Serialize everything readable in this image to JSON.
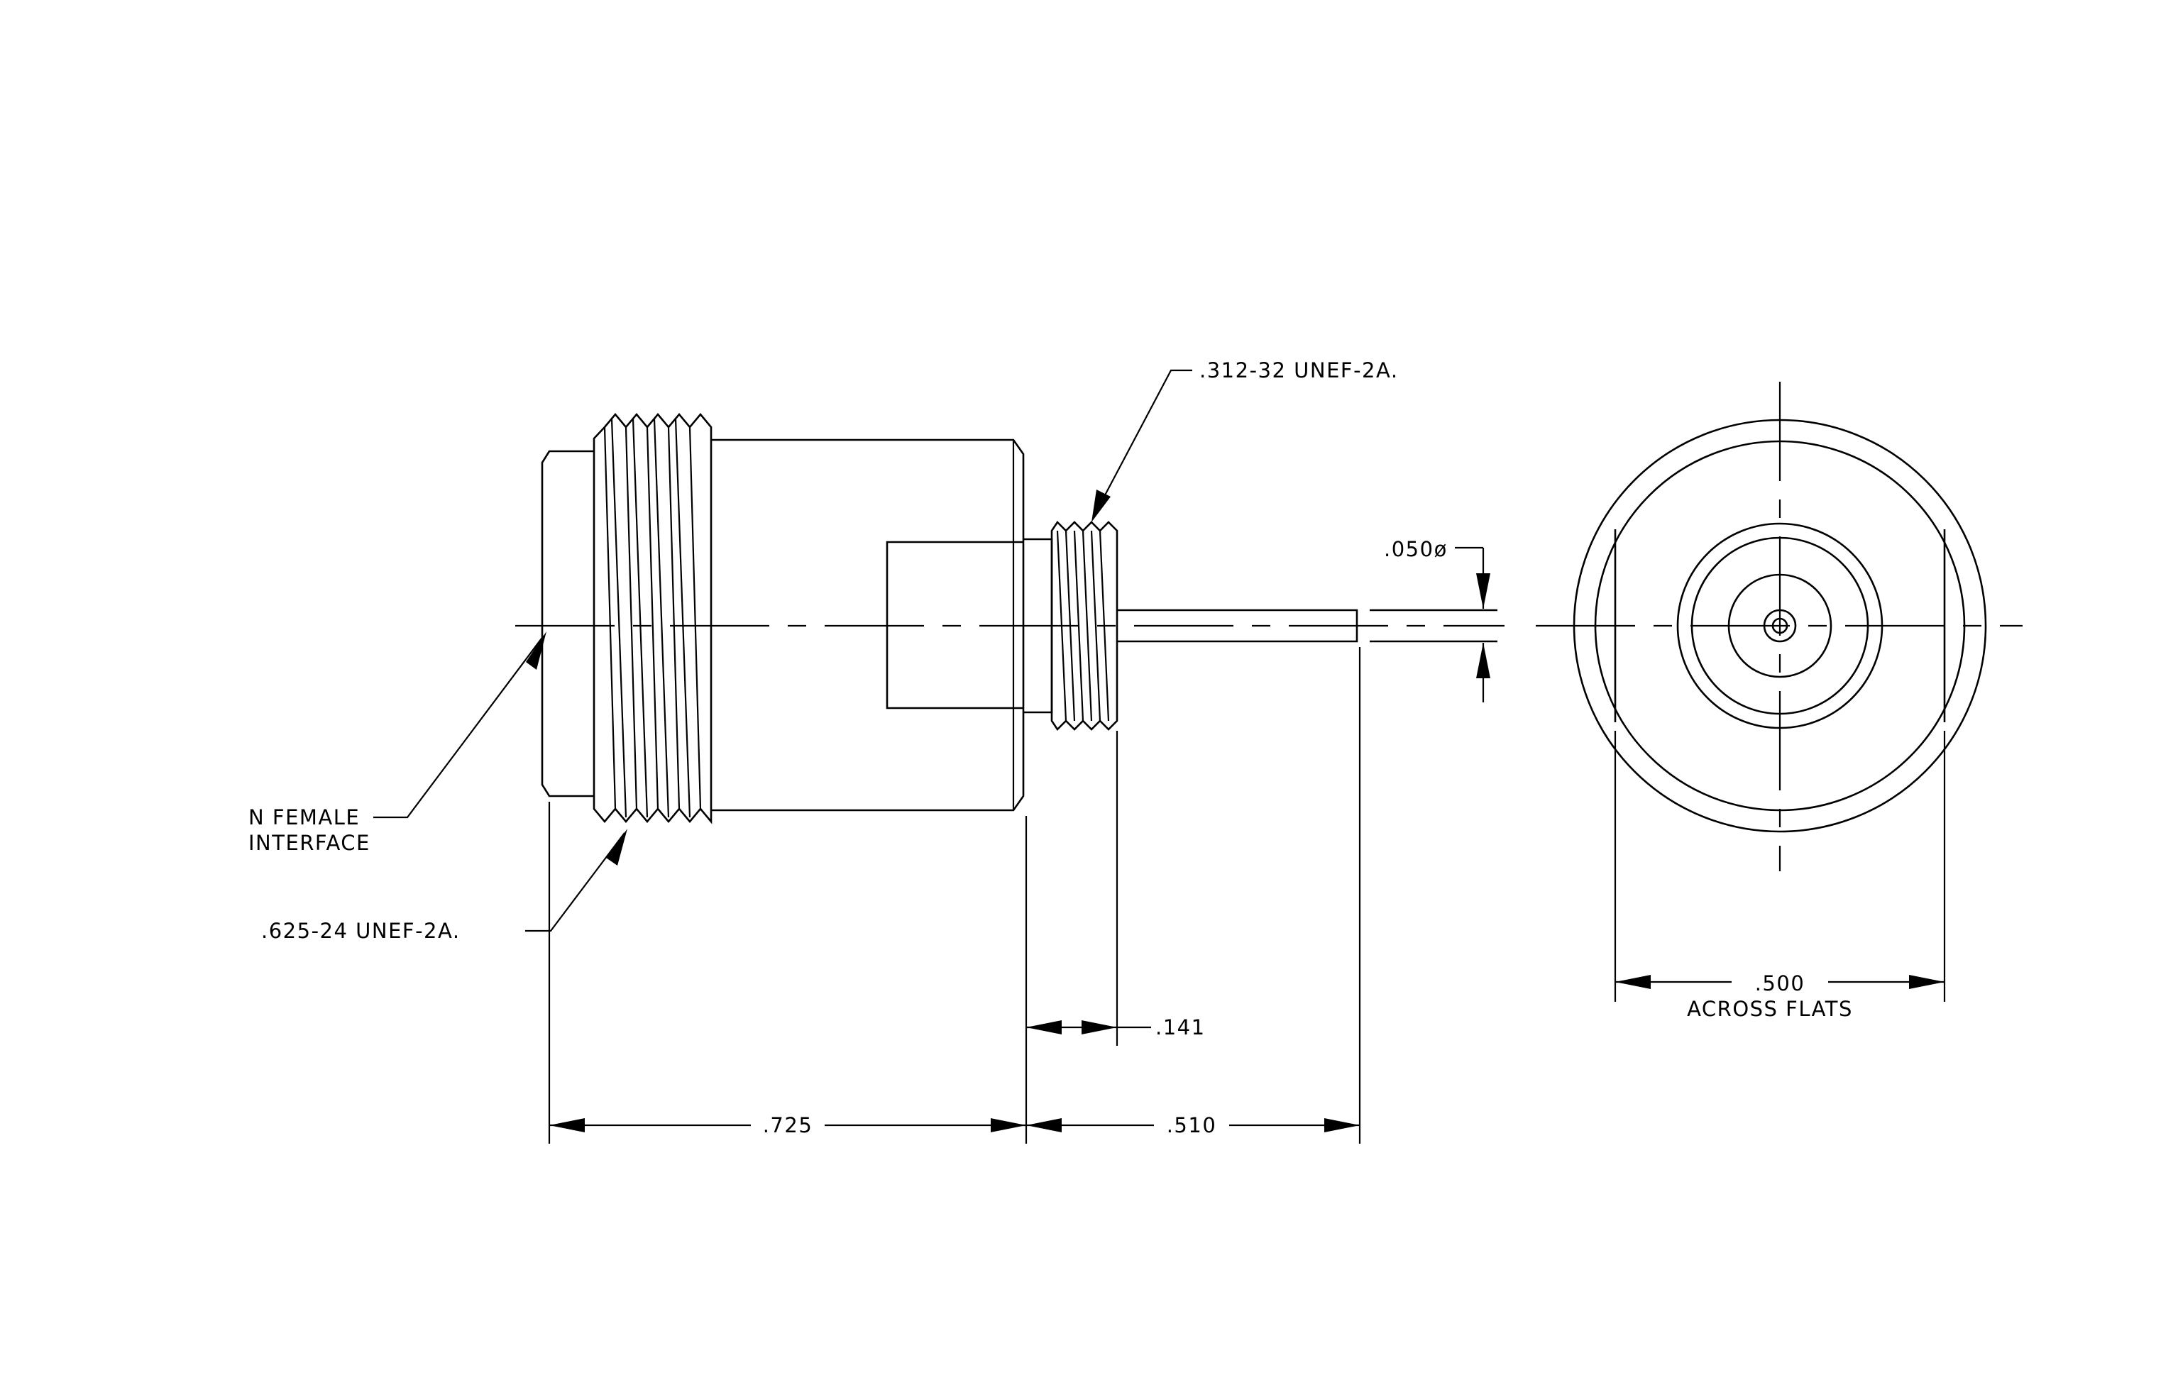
{
  "labels": {
    "n_female_line1": "N FEMALE",
    "n_female_line2": "INTERFACE",
    "thread_large": ".625-24 UNEF-2A.",
    "thread_small": ".312-32 UNEF-2A.",
    "pin_diameter": ".050ø",
    "dim_body_length": ".725",
    "dim_rear_length": ".510",
    "dim_rear_thread": ".141",
    "dim_across_flats_value": ".500",
    "dim_across_flats_label": "ACROSS FLATS"
  },
  "colors": {
    "line": "#000000",
    "background": "#ffffff"
  }
}
